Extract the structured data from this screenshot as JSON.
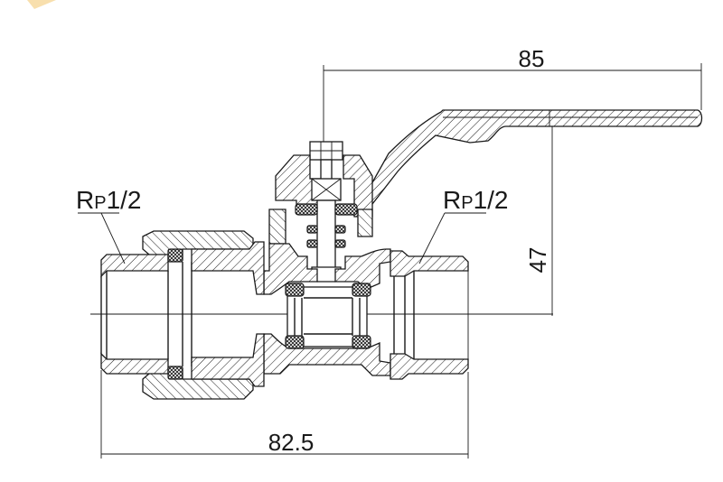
{
  "dimensions": {
    "top_width": "85",
    "height": "47",
    "bottom_length": "82.5"
  },
  "thread_labels": {
    "left": {
      "main": "R",
      "sub": "P",
      "size": "1/2"
    },
    "right": {
      "main": "R",
      "sub": "P",
      "size": "1/2"
    }
  },
  "colors": {
    "line": "#1a1a1a",
    "background": "#ffffff",
    "corner_accent": "#f2c46a"
  }
}
